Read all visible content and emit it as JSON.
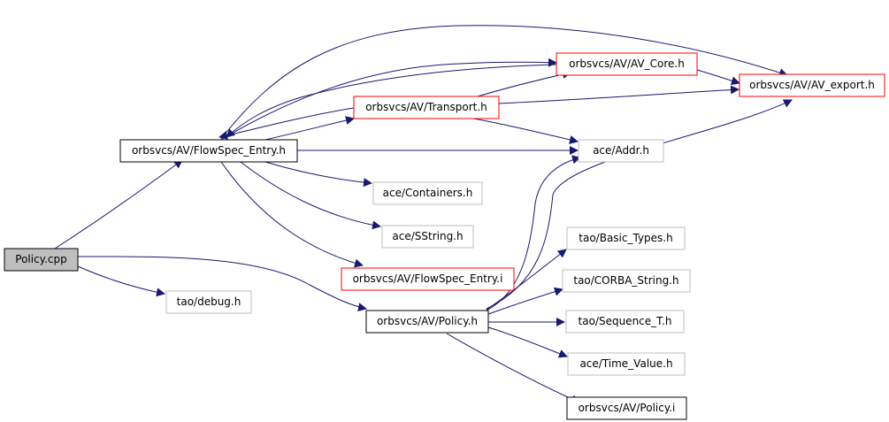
{
  "colors": {
    "edge": "#191970",
    "border_documented": "#000000",
    "border_external": "#bfbfbf",
    "border_undocumented": "#ff0000",
    "root_fill": "#bfbfbf",
    "node_fill": "#ffffff"
  },
  "nodes": {
    "policy_cpp": "Policy.cpp",
    "flowspec_entry_h": "orbsvcs/AV/FlowSpec_Entry.h",
    "tao_debug_h": "tao/debug.h",
    "policy_h": "orbsvcs/AV/Policy.h",
    "transport_h": "orbsvcs/AV/Transport.h",
    "av_core_h": "orbsvcs/AV/AV_Core.h",
    "av_export_h": "orbsvcs/AV/AV_export.h",
    "ace_addr_h": "ace/Addr.h",
    "ace_containers_h": "ace/Containers.h",
    "ace_sstring_h": "ace/SString.h",
    "flowspec_entry_i": "orbsvcs/AV/FlowSpec_Entry.i",
    "tao_basic_types_h": "tao/Basic_Types.h",
    "tao_corba_string_h": "tao/CORBA_String.h",
    "tao_sequence_t_h": "tao/Sequence_T.h",
    "ace_time_value_h": "ace/Time_Value.h",
    "policy_i": "orbsvcs/AV/Policy.i"
  }
}
